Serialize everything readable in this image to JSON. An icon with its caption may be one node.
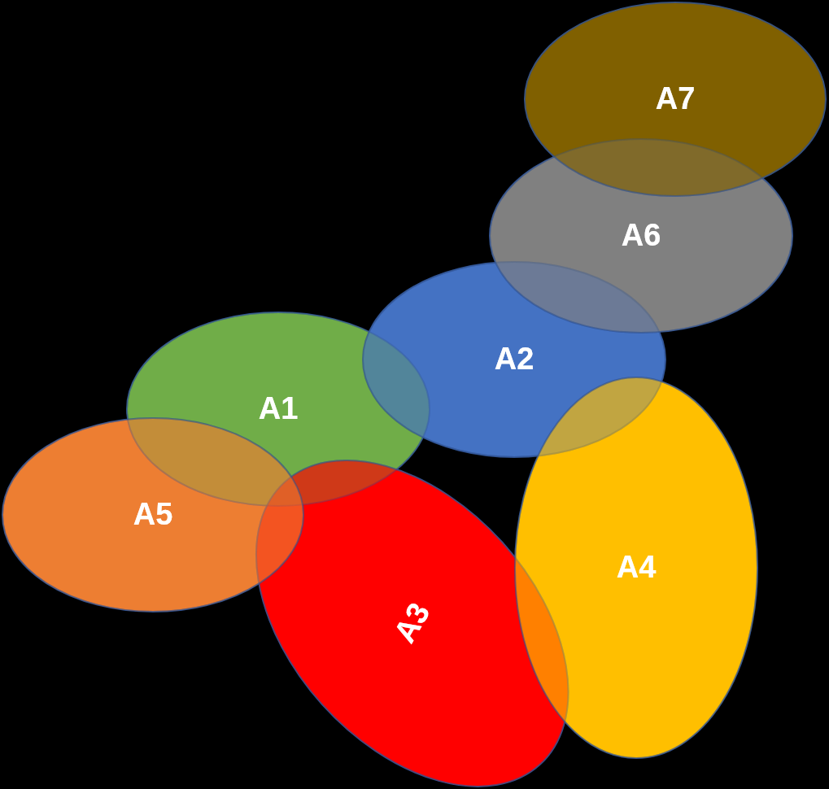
{
  "diagram": {
    "nodes": [
      {
        "text": [
          "A7"
        ]
      },
      {
        "text": [
          "A6"
        ]
      },
      {
        "text": [
          "A2"
        ]
      },
      {
        "text": [
          "A1"
        ]
      },
      {
        "text": [
          "A5"
        ]
      },
      {
        "text": [
          "A4"
        ]
      },
      {
        "text": [
          "A3"
        ]
      }
    ]
  }
}
